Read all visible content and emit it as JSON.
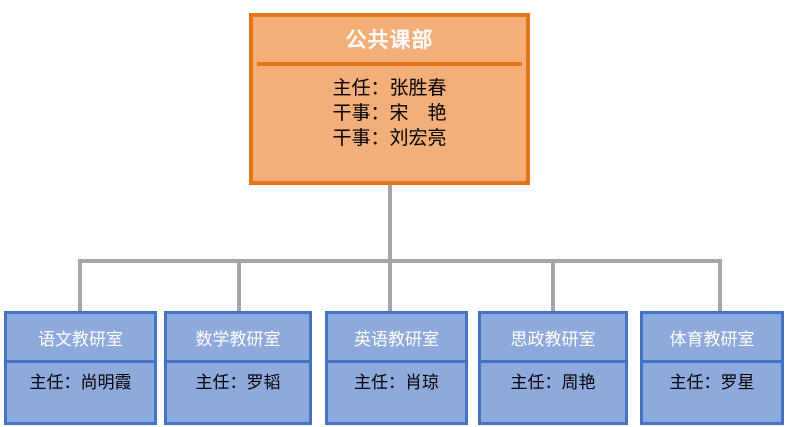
{
  "chart": {
    "type": "org-chart",
    "orientation": "top-down",
    "root": {
      "title": "公共课部",
      "lines": [
        "主任：张胜春",
        "干事：宋　艳",
        "干事：刘宏亮"
      ],
      "border_color": "#E2761B",
      "fill_color": "#F4AE79",
      "title_color": "#FFFFFF",
      "text_color": "#000000"
    },
    "connector_color": "#A6A6A6",
    "children": [
      {
        "title": "语文教研室",
        "lines": [
          "主任：尚明霞"
        ],
        "border_color": "#4472C4",
        "fill_color": "#8EA9DB"
      },
      {
        "title": "数学教研室",
        "lines": [
          "主任：罗韬"
        ],
        "border_color": "#4472C4",
        "fill_color": "#8EA9DB"
      },
      {
        "title": "英语教研室",
        "lines": [
          "主任：肖琼"
        ],
        "border_color": "#4472C4",
        "fill_color": "#8EA9DB"
      },
      {
        "title": "思政教研室",
        "lines": [
          "主任：周艳"
        ],
        "border_color": "#4472C4",
        "fill_color": "#8EA9DB"
      },
      {
        "title": "体育教研室",
        "lines": [
          "主任：罗星"
        ],
        "border_color": "#4472C4",
        "fill_color": "#8EA9DB"
      }
    ]
  }
}
